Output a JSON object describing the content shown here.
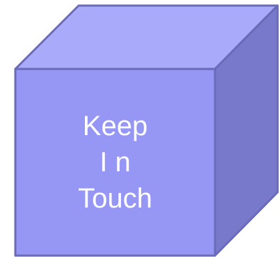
{
  "cube": {
    "label_lines": [
      "Keep",
      "I n",
      "Touch"
    ],
    "colors": {
      "top_face": "#a9aaf9",
      "front_face": "#9696f5",
      "side_face": "#7979cc",
      "outline": "#6a6ab8",
      "text": "#ffffff"
    }
  }
}
